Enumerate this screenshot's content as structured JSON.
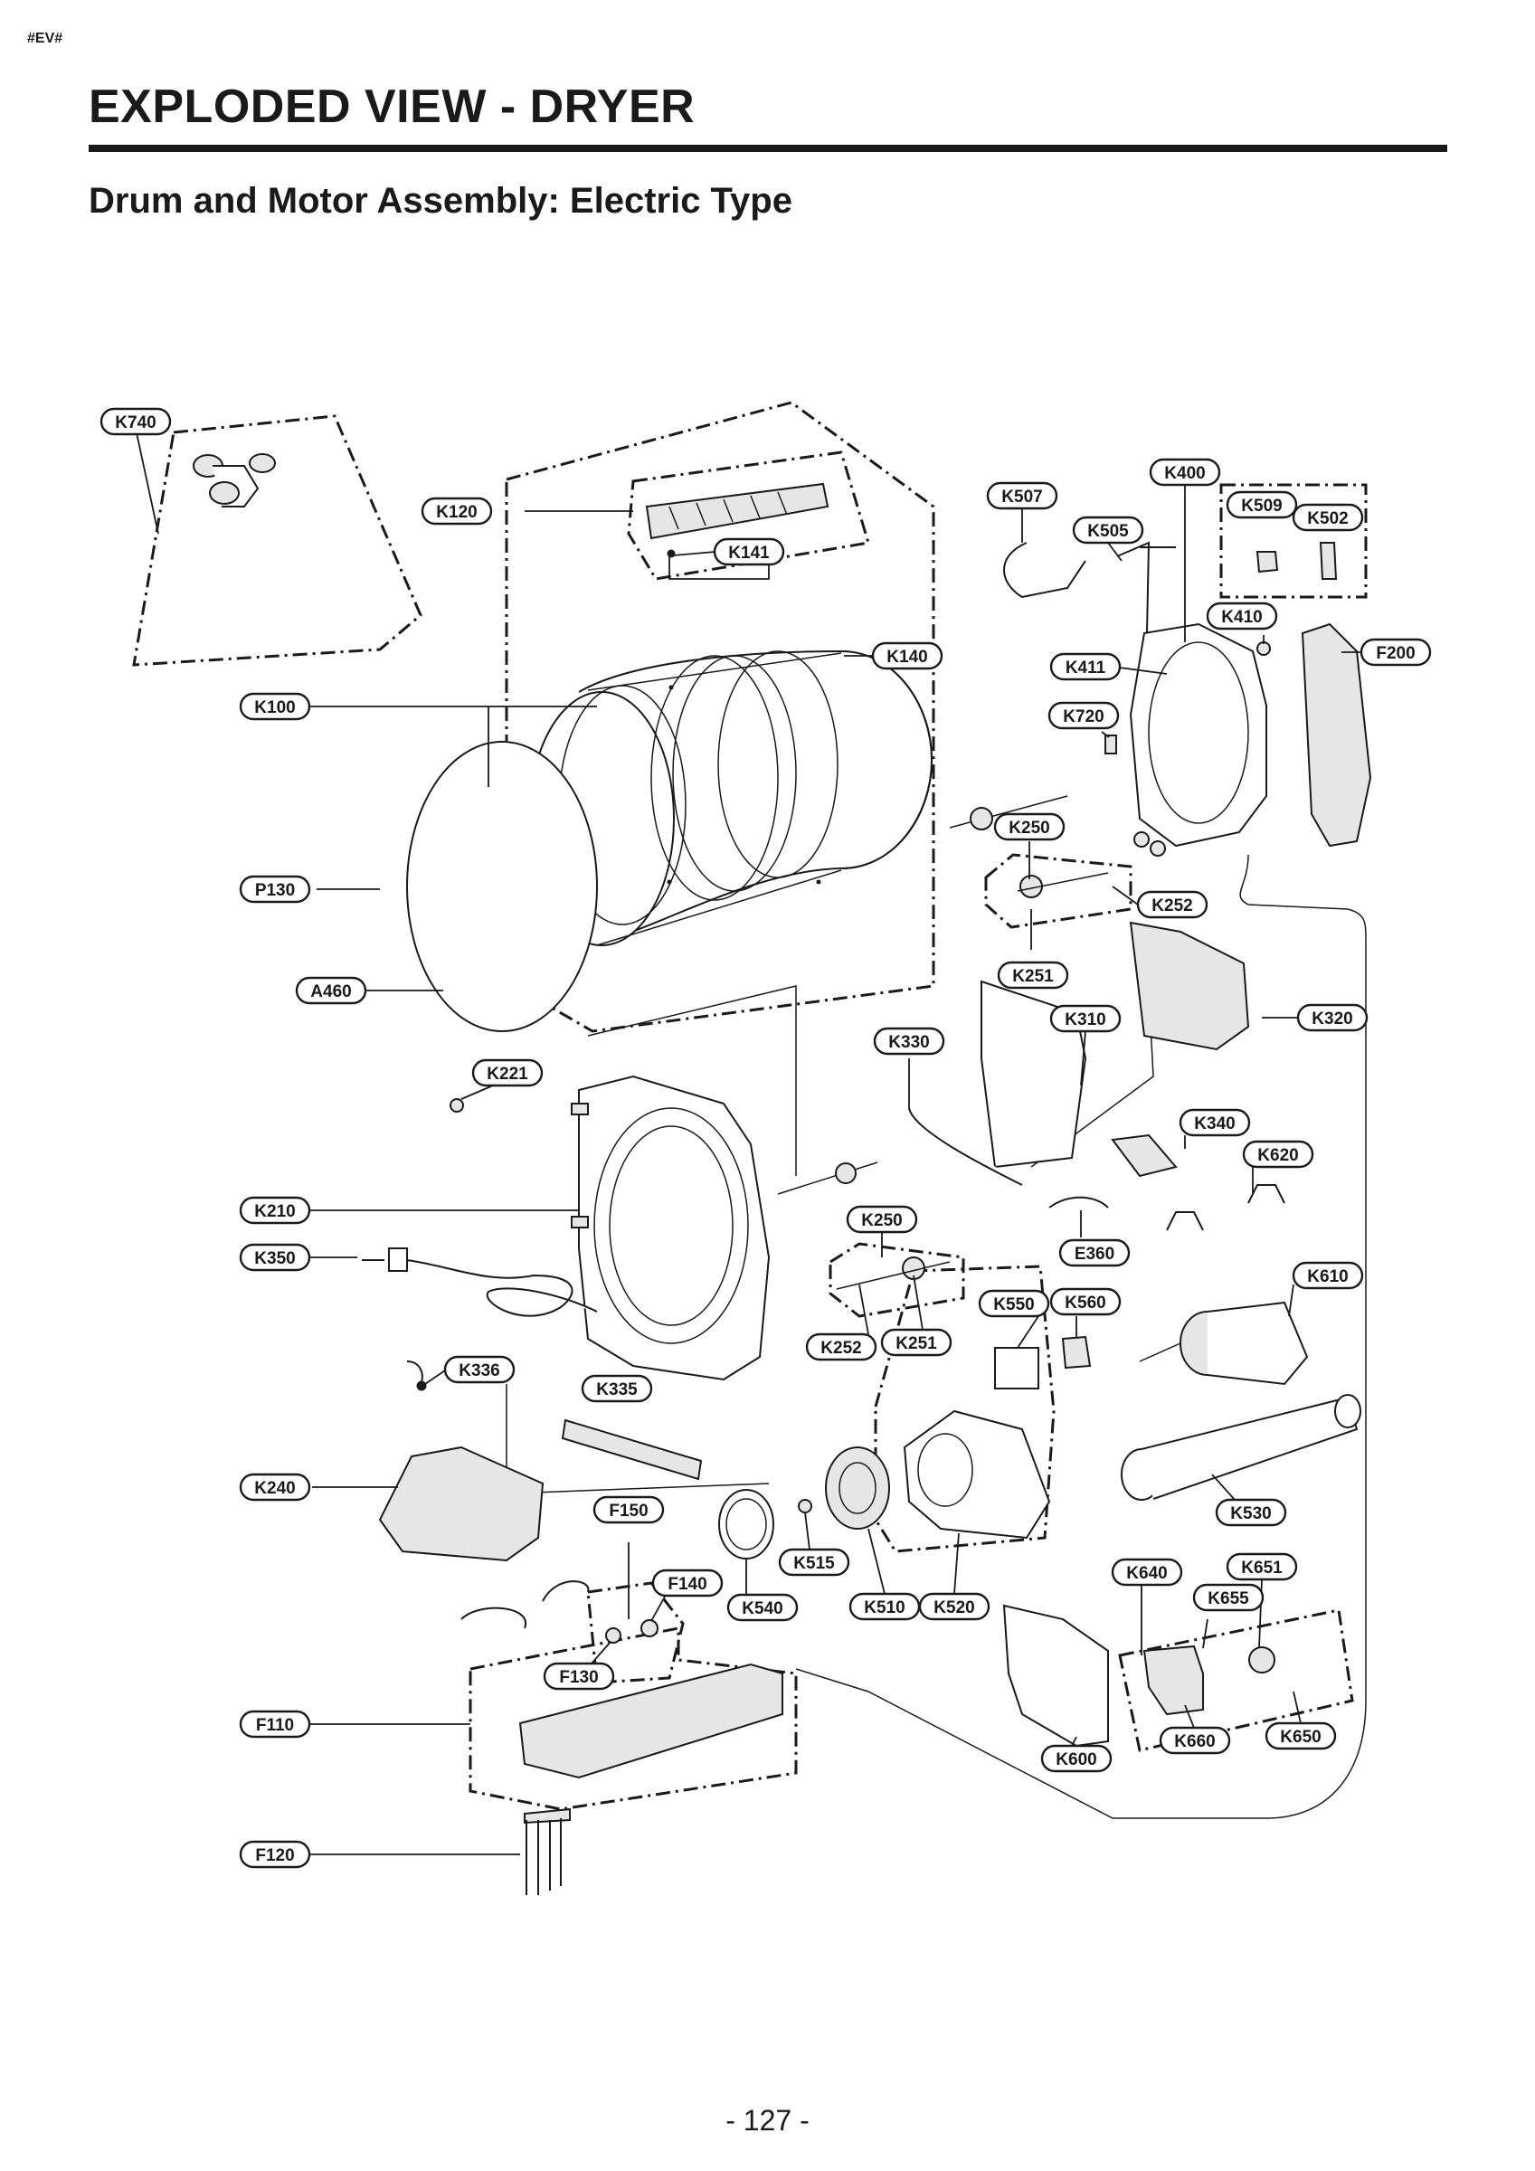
{
  "header": {
    "code": "#EV#",
    "title": "EXPLODED VIEW - DRYER",
    "subtitle": "Drum and Motor Assembly: Electric Type"
  },
  "footer": {
    "page_number": "- 127 -"
  },
  "labels": {
    "K740": "K740",
    "K120": "K120",
    "K141": "K141",
    "K140": "K140",
    "K100": "K100",
    "P130": "P130",
    "A460": "A460",
    "K221": "K221",
    "K210": "K210",
    "K350": "K350",
    "K336": "K336",
    "K335": "K335",
    "K240": "K240",
    "F150": "F150",
    "F140": "F140",
    "F130": "F130",
    "F110": "F110",
    "F120": "F120",
    "K507": "K507",
    "K505": "K505",
    "K400": "K400",
    "K509": "K509",
    "K502": "K502",
    "K410": "K410",
    "F200": "F200",
    "K411": "K411",
    "K720": "K720",
    "K250a": "K250",
    "K252a": "K252",
    "K251a": "K251",
    "K310": "K310",
    "K320": "K320",
    "K330": "K330",
    "K340": "K340",
    "K620": "K620",
    "E360": "E360",
    "K250b": "K250",
    "K252b": "K252",
    "K251b": "K251",
    "K550": "K550",
    "K560": "K560",
    "K610": "K610",
    "K530": "K530",
    "K515": "K515",
    "K540": "K540",
    "K510": "K510",
    "K520": "K520",
    "K640": "K640",
    "K651": "K651",
    "K655": "K655",
    "K600": "K600",
    "K660": "K660",
    "K650": "K650"
  }
}
